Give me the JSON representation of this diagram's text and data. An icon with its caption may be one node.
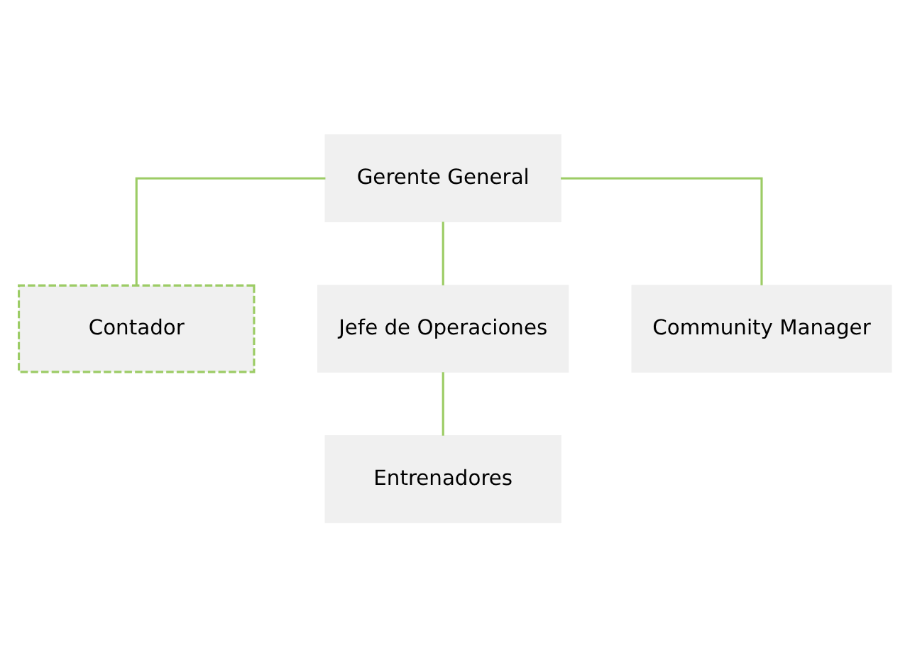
{
  "diagram": {
    "nodes": [
      {
        "text": [
          "Gerente General"
        ]
      },
      {
        "text": [
          "Contador"
        ]
      },
      {
        "text": [
          "Jefe de Operaciones"
        ]
      },
      {
        "text": [
          "Community Manager"
        ]
      },
      {
        "text": [
          "Entrenadores"
        ]
      }
    ],
    "edges": [
      {
        "from": 0,
        "to": 1,
        "arrow": "none"
      },
      {
        "from": 0,
        "to": 2,
        "arrow": "none"
      },
      {
        "from": 0,
        "to": 3,
        "arrow": "none"
      },
      {
        "from": 2,
        "to": 4,
        "arrow": "none"
      }
    ]
  }
}
